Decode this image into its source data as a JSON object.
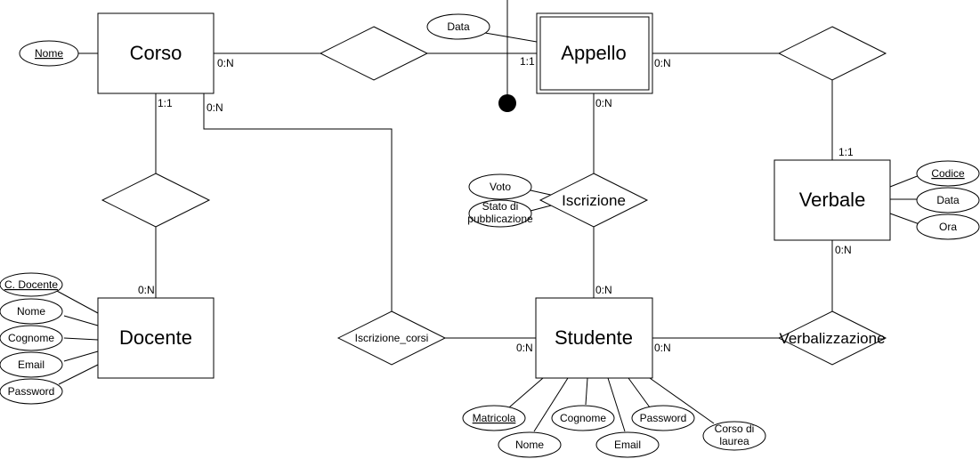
{
  "entities": {
    "corso": "Corso",
    "appello": "Appello",
    "verbale": "Verbale",
    "docente": "Docente",
    "studente": "Studente"
  },
  "relationships": {
    "iscrizione": "Iscrizione",
    "iscrizione_corsi": "Iscrizione_corsi",
    "verbalizzazione": "Verbalizzazione"
  },
  "attributes": {
    "corso_nome": "Nome",
    "appello_data": "Data",
    "iscrizione_voto": "Voto",
    "iscrizione_stato_1": "Stato di",
    "iscrizione_stato_2": "pubblicazione",
    "verbale_codice": "Codice",
    "verbale_data": "Data",
    "verbale_ora": "Ora",
    "docente_codice": "C. Docente",
    "docente_nome": "Nome",
    "docente_cognome": "Cognome",
    "docente_email": "Email",
    "docente_password": "Password",
    "studente_matricola": "Matricola",
    "studente_nome": "Nome",
    "studente_cognome": "Cognome",
    "studente_email": "Email",
    "studente_password": "Password",
    "studente_corso_1": "Corso di",
    "studente_corso_2": "laurea"
  },
  "cardinalities": {
    "corso_appello_corso": "0:N",
    "corso_appello_appello": "1:1",
    "appello_verbale_appello": "0:N",
    "appello_verbale_verbale": "1:1",
    "corso_docente_corso": "1:1",
    "corso_docente_docente": "0:N",
    "corso_studente_corso": "0:N",
    "corso_studente_studente": "0:N",
    "appello_studente_appello": "0:N",
    "appello_studente_studente": "0:N",
    "studente_verbale_studente": "0:N",
    "studente_verbale_verbale": "0:N"
  }
}
